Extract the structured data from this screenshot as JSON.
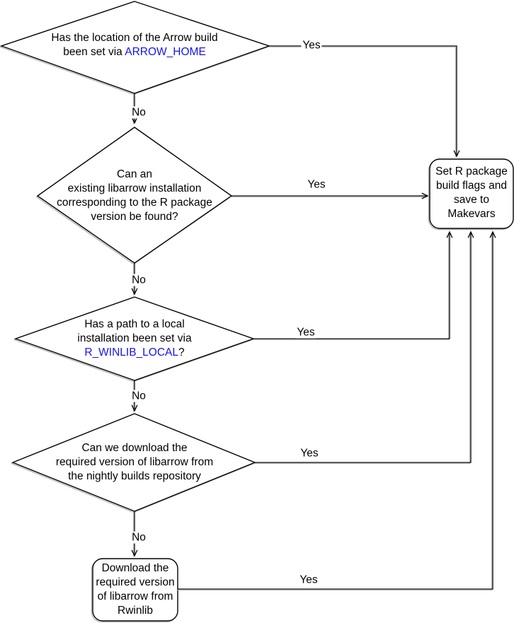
{
  "colors": {
    "line": "#000000",
    "text": "#000000",
    "env_var_blue": "#1414F0",
    "node_fill": "#ffffff",
    "background": "#ffffff"
  },
  "nodes": {
    "arrow_home_decision": {
      "line1": "Has the location of the Arrow build",
      "line2_prefix": "been set via ",
      "line2_env_var": "ARROW_HOME"
    },
    "existing_install_decision": {
      "line1": "Can an",
      "line2": "existing libarrow installation",
      "line3": "corresponding to the R package",
      "line4": "version be found?"
    },
    "winlib_local_decision": {
      "line1": "Has a path to a local",
      "line2": "installation been set via",
      "line3_env_var": "R_WINLIB_LOCAL",
      "line3_suffix": "?"
    },
    "nightly_decision": {
      "line1": "Can we download the",
      "line2": "required version of libarrow from",
      "line3": "the nightly builds repository"
    },
    "set_flags_process": {
      "line1": "Set R package",
      "line2": "build flags and",
      "line3": "save to",
      "line4": "Makevars"
    },
    "rwinlib_process": {
      "line1": "Download the",
      "line2": "required version",
      "line3": "of libarrow from",
      "line4": "Rwinlib"
    }
  },
  "edge_labels": {
    "arrow_home_yes": "Yes",
    "arrow_home_no": "No",
    "existing_install_yes": "Yes",
    "existing_install_no": "No",
    "winlib_local_yes": "Yes",
    "winlib_local_no": "No",
    "nightly_yes": "Yes",
    "nightly_no": "No",
    "rwinlib_yes": "Yes"
  }
}
